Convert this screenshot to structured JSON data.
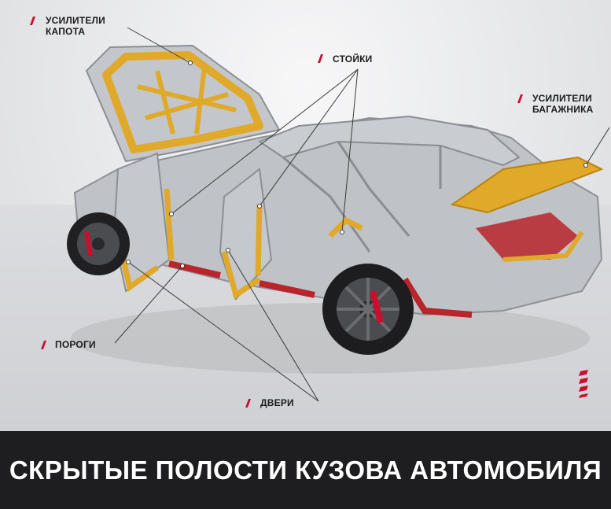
{
  "labels": {
    "hood": "УСИЛИТЕЛИ\nКАПОТА",
    "pillars": "СТОЙКИ",
    "trunk": "УСИЛИТЕЛИ\nБАГАЖНИКА",
    "sills": "ПОРОГИ",
    "doors": "ДВЕРИ"
  },
  "banner": {
    "title": "СКРЫТЫЕ ПОЛОСТИ КУЗОВА АВТОМОБИЛЯ"
  },
  "colors": {
    "accent": "#c8102e",
    "highlight": "#e0a92a",
    "body": "#b9bcc0",
    "banner": "#1e1e20"
  }
}
